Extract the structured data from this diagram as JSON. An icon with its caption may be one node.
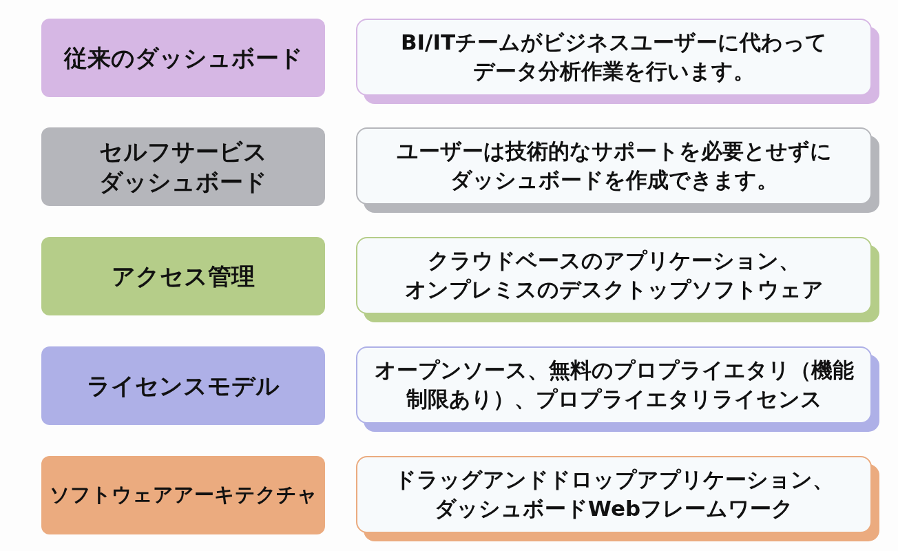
{
  "diagram": {
    "nodes": [
      {
        "text": [
          "従来のダッシュボード"
        ]
      },
      {
        "text": [
          "BI/ITチームがビジネスユーザーに代わってデータ分析作業を行います。"
        ]
      },
      {
        "text": [
          "セルフサービスダッシュボード"
        ]
      },
      {
        "text": [
          "ユーザーは技術的なサポートを必要とせずにダッシュボードを作成できます。"
        ]
      },
      {
        "text": [
          "アクセス管理"
        ]
      },
      {
        "text": [
          "クラウドベースのアプリケーション、オンプレミスのデスクトップソフトウェア"
        ]
      },
      {
        "text": [
          "ライセンスモデル"
        ]
      },
      {
        "text": [
          "オープンソース、無料のプロプライエタリ（機能制限あり）、プロプライエタリライセンス"
        ]
      },
      {
        "text": [
          "ソフトウェアアーキテクチャ"
        ]
      },
      {
        "text": [
          "ドラッグアンドドロップアプリケーション、ダッシュボードWebフレームワーク"
        ]
      }
    ]
  }
}
